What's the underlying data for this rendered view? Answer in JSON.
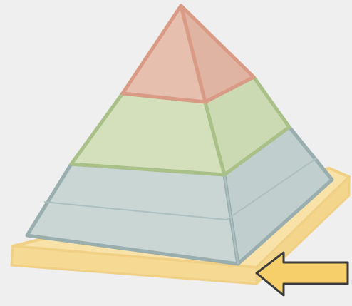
{
  "diagram": {
    "layers": [
      {
        "id": "apex",
        "color": "#e6bfae",
        "edge": "#d99a86"
      },
      {
        "id": "upper",
        "color": "#d4e0bc",
        "edge": "#a9c189"
      },
      {
        "id": "lower",
        "color": "#c9d6d4",
        "edge": "#9aaeb0"
      },
      {
        "id": "base",
        "color": "#f9e2a8",
        "edge": "#efd085"
      }
    ],
    "pointer": {
      "icon": "left-arrow-icon",
      "color": "#f6cf6b",
      "outline": "#3b3b3b"
    }
  }
}
